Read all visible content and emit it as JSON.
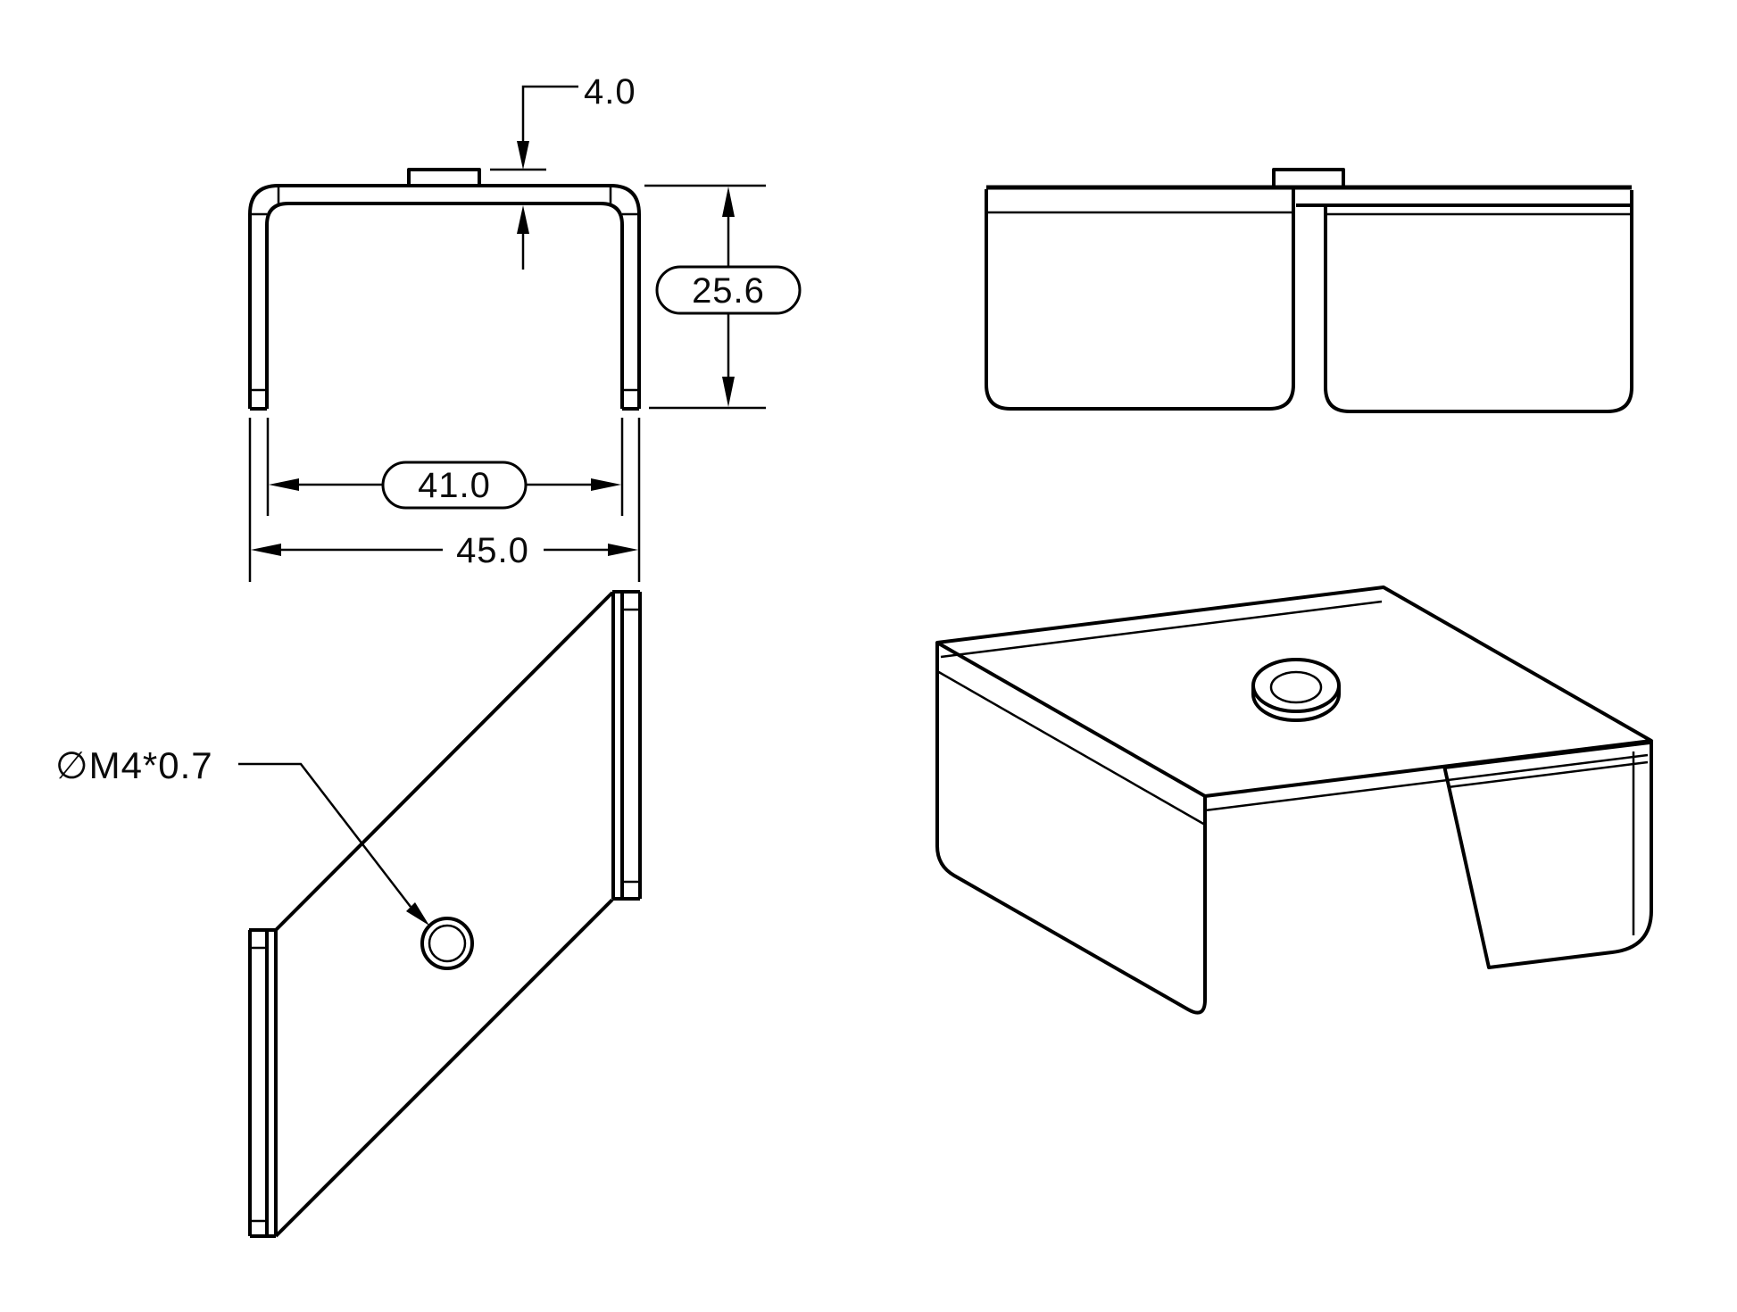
{
  "drawing": {
    "type": "engineering-drawing",
    "part": "u-channel-bracket",
    "colors": {
      "background": "#ffffff",
      "line": "#000000"
    },
    "dimensions": {
      "tab_height": {
        "value": "4.0",
        "style": "plain-leader"
      },
      "overall_height": {
        "value": "25.6",
        "style": "capsule"
      },
      "inner_width": {
        "value": "41.0",
        "style": "capsule"
      },
      "outer_width": {
        "value": "45.0",
        "style": "plain"
      },
      "hole_callout": {
        "value": "∅M4*0.7",
        "style": "leader"
      }
    }
  }
}
